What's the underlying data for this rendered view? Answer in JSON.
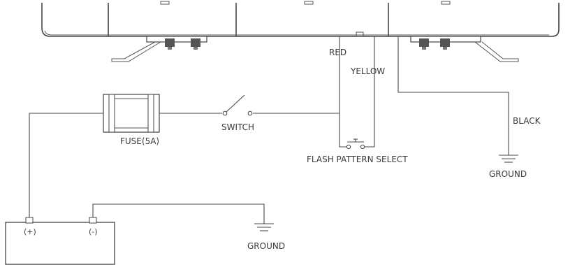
{
  "labels": {
    "red": "RED",
    "yellow": "YELLOW",
    "black": "BLACK",
    "switch": "SWITCH",
    "fuse": "FUSE(5A)",
    "flash": "FLASH PATTERN SELECT",
    "ground_right": "GROUND",
    "ground_bottom": "GROUND",
    "battery_pos": "(+)",
    "battery_neg": "(-)"
  }
}
